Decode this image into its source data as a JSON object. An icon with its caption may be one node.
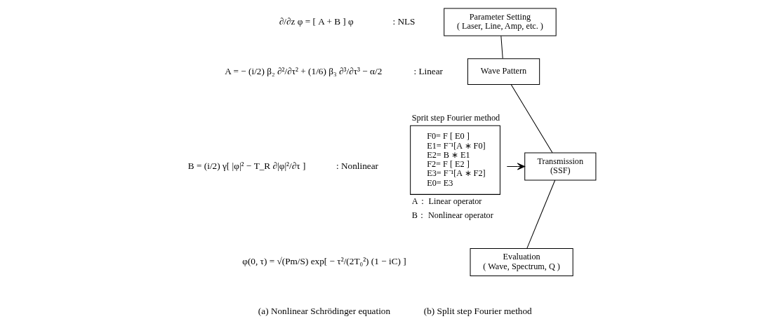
{
  "diagram": {
    "nodes": [
      {
        "text": [
          "Parameter Setting",
          "( Laser, Line, Amp, etc. )"
        ]
      },
      {
        "text": [
          "Wave Pattern"
        ]
      },
      {
        "text": [
          "Transmission",
          "(SSF)"
        ]
      },
      {
        "text": [
          "Evaluation",
          "( Wave, Spectrum, Q )"
        ]
      },
      {
        "text": [
          "Sprit step Fourier method",
          "F0= F [ E0 ]",
          "E1= F⁻¹[A ∗ F0]",
          "E2= B ∗ E1",
          "F2= F [ E2 ]",
          "E3= F⁻¹[A ∗ F2]",
          "E0= E3"
        ],
        "beside": [
          "A： Linear operator",
          "B： Nonlinear operator"
        ]
      }
    ],
    "edges": [
      {
        "from": 0,
        "to": 1,
        "arrow": "none"
      },
      {
        "from": 1,
        "to": 2,
        "arrow": "none"
      },
      {
        "from": 2,
        "to": 3,
        "arrow": "none"
      },
      {
        "from": 4,
        "to": 2,
        "arrow": "to"
      }
    ],
    "labels": [
      "∂/∂z φ = [ A + B ] φ",
      ": NLS",
      "A = − (i/2) β₂ ∂²/∂τ² + (1/6) β₃ ∂³/∂τ³ − α/2",
      ": Linear",
      "B = (i/2) γ[ |φ|² − T_R ∂|φ|²/∂τ ]",
      ": Nonlinear",
      "φ(0, τ) = √(Pm/S) exp[ − τ²/(2T₀²) (1 − iC) ]",
      "(a) Nonlinear Schrödinger equation",
      "(b) Split step Fourier method"
    ]
  }
}
